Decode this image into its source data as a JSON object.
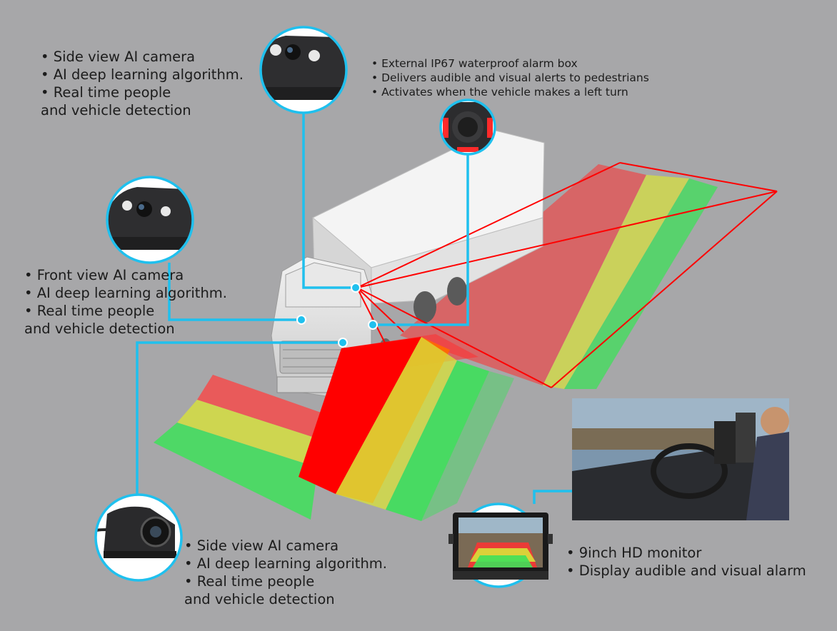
{
  "callouts": {
    "side_top": [
      "• Side view AI camera",
      "• AI deep learning algorithm.",
      "• Real time people",
      "and vehicle detection"
    ],
    "front": [
      "• Front view AI camera",
      "• AI deep learning algorithm.",
      "• Real time people",
      "and vehicle detection"
    ],
    "side_bottom": [
      "• Side view AI camera",
      "• AI deep learning algorithm.",
      "• Real time people",
      "and vehicle detection"
    ],
    "alarm": [
      "• External IP67 waterproof alarm box",
      "• Delivers audible and visual alerts to pedestrians",
      "• Activates when the vehicle makes a left turn"
    ],
    "monitor": [
      "• 9inch HD monitor",
      "• Display audible and visual alarm"
    ]
  },
  "colors": {
    "background": "#a7a7a9",
    "connector": "#1fc0ee",
    "zone_red": "#ff1a1a",
    "zone_yellow": "#d8e23a",
    "zone_green": "#3ee05a",
    "ray": "#ff0000"
  },
  "icons": [
    "ai-camera-icon",
    "alarm-box-icon",
    "side-camera-icon",
    "monitor-icon",
    "truck-illustration",
    "driver-photo"
  ]
}
